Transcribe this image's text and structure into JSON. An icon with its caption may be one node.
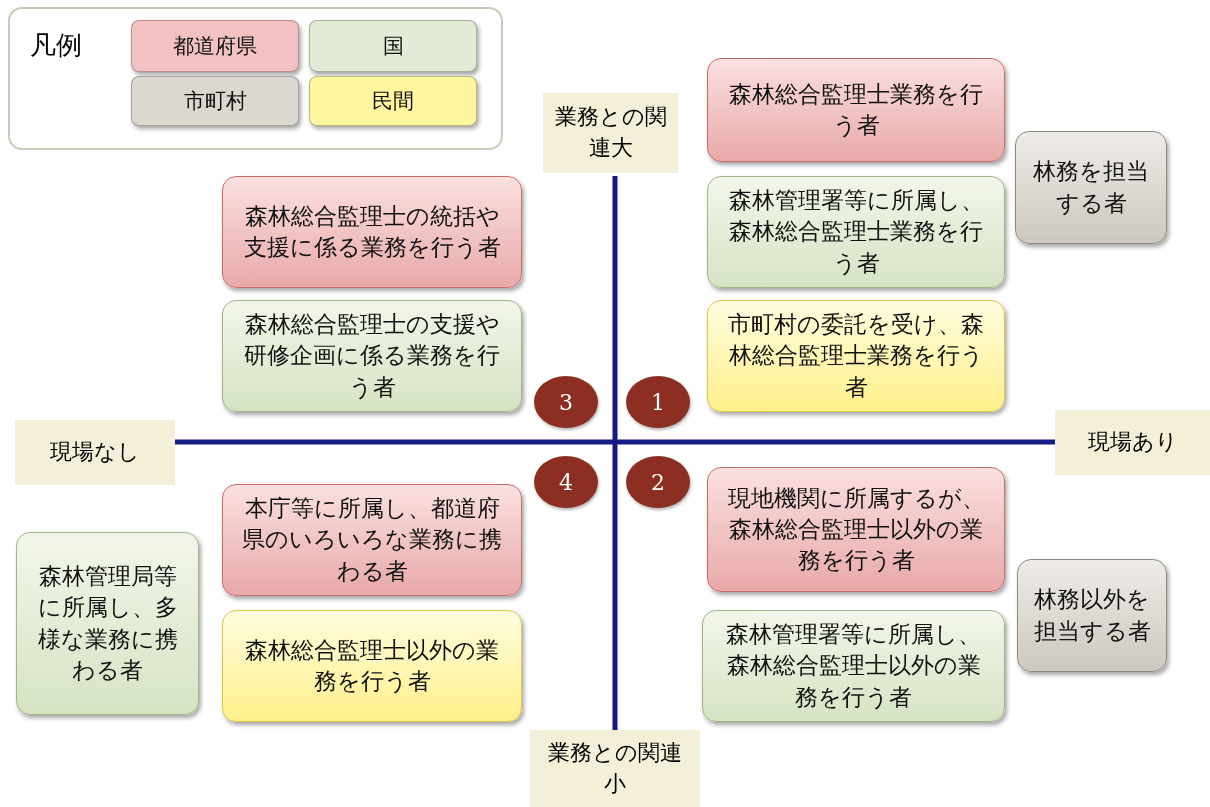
{
  "diagram": {
    "nodes": [
      {
        "text": [
          "森林総合監理士業務を行う者"
        ]
      },
      {
        "text": [
          "林務を担当する者"
        ]
      },
      {
        "text": [
          "森林総合監理士の統括や支援に係る業務を行う者"
        ]
      },
      {
        "text": [
          "森林管理署等に所属し、森林総合監理士業務を行う者"
        ]
      },
      {
        "text": [
          "森林総合監理士の支援や研修企画に係る業務を行う者"
        ]
      },
      {
        "text": [
          "市町村の委託を受け、森林総合監理士業務を行う者"
        ]
      },
      {
        "text": [
          "3"
        ]
      },
      {
        "text": [
          "1"
        ]
      },
      {
        "text": [
          "4"
        ]
      },
      {
        "text": [
          "2"
        ]
      },
      {
        "text": [
          "本庁等に所属し、都道府県のいろいろな業務に携わる者"
        ]
      },
      {
        "text": [
          "現地機関に所属するが、森林総合監理士以外の業務を行う者"
        ]
      },
      {
        "text": [
          "森林管理局等に所属し、多様な業務に携わる者"
        ]
      },
      {
        "text": [
          "林務以外を担当する者"
        ]
      },
      {
        "text": [
          "森林総合監理士以外の業務を行う者"
        ]
      },
      {
        "text": [
          "森林管理署等に所属し、森林総合監理士以外の業務を行う者"
        ]
      }
    ],
    "edges": [],
    "labels": [
      "凡例",
      "業務との関連大",
      "現場なし",
      "現場あり",
      "業務との関連小"
    ],
    "legend": [
      {
        "text": "都道府県",
        "color": "#f2c2c2"
      },
      {
        "text": "国",
        "color": "#e2ebd5"
      },
      {
        "text": "市町村",
        "color": "#dcd8d0"
      },
      {
        "text": "民間",
        "color": "#fff6a0"
      }
    ]
  }
}
